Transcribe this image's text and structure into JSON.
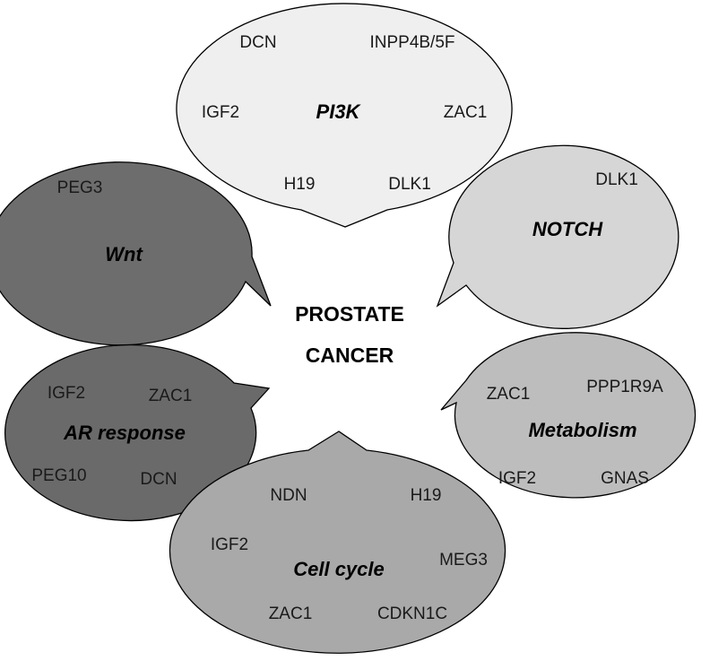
{
  "center": {
    "line1": "PROSTATE",
    "line2": "CANCER"
  },
  "bubbles": [
    {
      "key": "pi3k",
      "pathway": "PI3K",
      "fill": "#efefef",
      "genes": [
        "DCN",
        "INPP4B/5F",
        "IGF2",
        "ZAC1",
        "H19",
        "DLK1"
      ]
    },
    {
      "key": "wnt",
      "pathway": "Wnt",
      "fill": "#6d6d6d",
      "genes": [
        "PEG3"
      ]
    },
    {
      "key": "notch",
      "pathway": "NOTCH",
      "fill": "#d6d6d6",
      "genes": [
        "DLK1"
      ]
    },
    {
      "key": "ar",
      "pathway": "AR response",
      "fill": "#6a6a6a",
      "genes": [
        "IGF2",
        "ZAC1",
        "PEG10",
        "DCN"
      ]
    },
    {
      "key": "metabolism",
      "pathway": "Metabolism",
      "fill": "#bdbdbd",
      "genes": [
        "ZAC1",
        "PPP1R9A",
        "IGF2",
        "GNAS"
      ]
    },
    {
      "key": "cellcycle",
      "pathway": "Cell cycle",
      "fill": "#a9a9a9",
      "genes": [
        "NDN",
        "H19",
        "IGF2",
        "MEG3",
        "ZAC1",
        "CDKN1C"
      ]
    }
  ]
}
